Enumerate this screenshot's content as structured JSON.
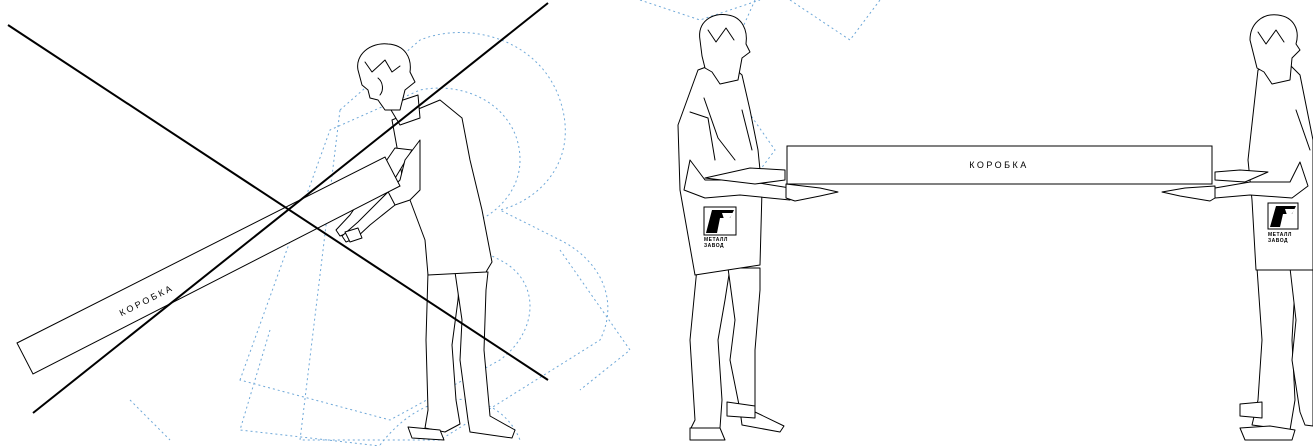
{
  "illustration": {
    "wrong_method": {
      "box_label": "КОРОБКА",
      "status": "incorrect",
      "mark": "crossed-out"
    },
    "right_method": {
      "box_label": "КОРОБКА",
      "status": "correct",
      "carriers": 2
    },
    "logo": {
      "line1": "МЕТАЛЛ",
      "line2": "ЗАВОД"
    },
    "colors": {
      "lines": "#000000",
      "watermark": "#6fa8d8",
      "background": "#ffffff"
    }
  }
}
